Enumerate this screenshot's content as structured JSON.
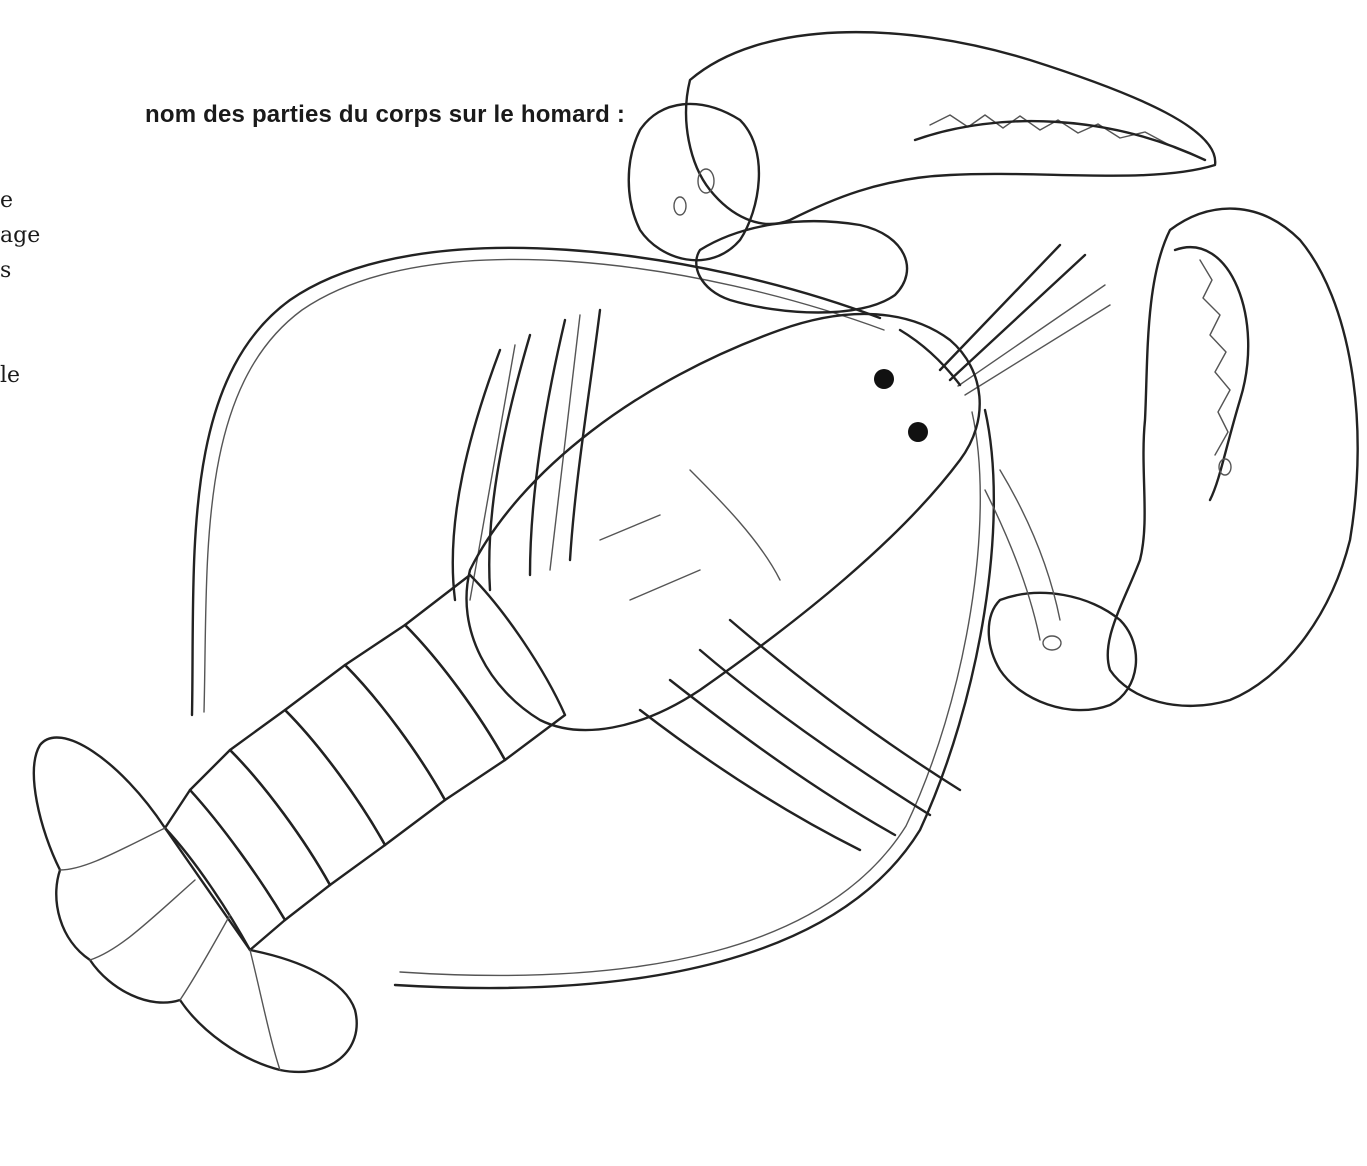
{
  "worksheet": {
    "instruction": "nom des parties du corps sur le homard :",
    "word_list": [
      "e",
      "age",
      "s",
      "",
      "",
      "le"
    ]
  }
}
